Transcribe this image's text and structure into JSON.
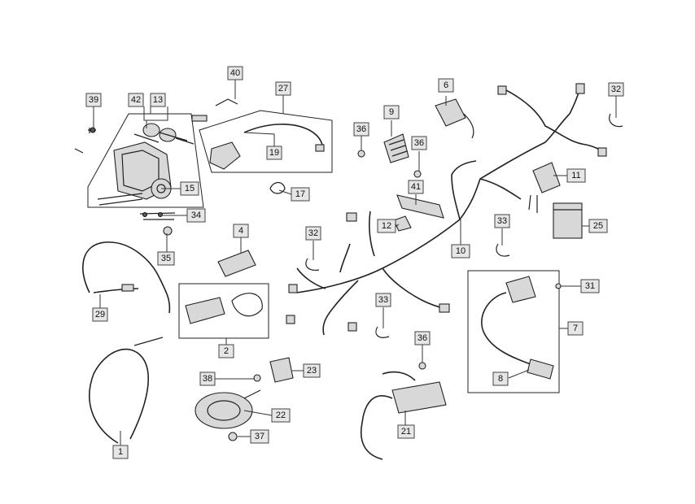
{
  "callouts": {
    "c1": "1",
    "c2": "2",
    "c4": "4",
    "c6": "6",
    "c7": "7",
    "c8": "8",
    "c9": "9",
    "c10": "10",
    "c11": "11",
    "c12": "12",
    "c13": "13",
    "c15": "15",
    "c17": "17",
    "c19": "19",
    "c21": "21",
    "c22": "22",
    "c23": "23",
    "c25": "25",
    "c27": "27",
    "c29": "29",
    "c31": "31",
    "c32a": "32",
    "c32b": "32",
    "c33a": "33",
    "c33b": "33",
    "c34": "34",
    "c35": "35",
    "c36a": "36",
    "c36b": "36",
    "c36c": "36",
    "c37": "37",
    "c38": "38",
    "c39": "39",
    "c40": "40",
    "c41": "41",
    "c42": "42"
  },
  "colors": {
    "label_fill": "#e6e6e6",
    "line": "#222222"
  }
}
